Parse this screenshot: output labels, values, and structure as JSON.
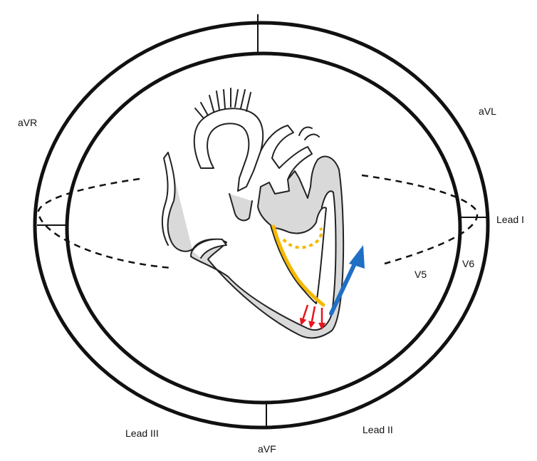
{
  "leads": {
    "avr": "aVR",
    "avl": "aVL",
    "lead_i": "Lead I",
    "v6": "V6",
    "v5": "V5",
    "lead_iii": "Lead III",
    "lead_ii": "Lead II",
    "avf": "aVF"
  },
  "colors": {
    "outline": "#111111",
    "heart_fill": "#d9d9d9",
    "conduction_path": "#f5b800",
    "depolarization_arrows": "#e8151b",
    "mean_axis_arrow": "#1f6fc5"
  }
}
